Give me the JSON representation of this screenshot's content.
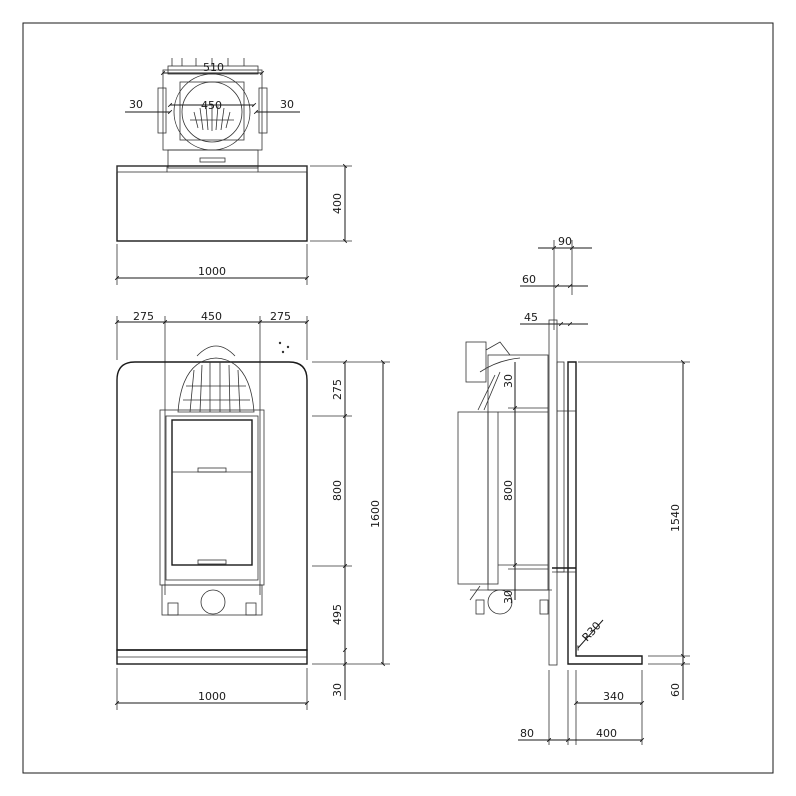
{
  "top_view": {
    "overall_width": "510",
    "inner_width": "450",
    "left_offset": "30",
    "right_offset": "30",
    "shelf_height": "400",
    "shelf_width": "1000"
  },
  "front_view": {
    "left_margin": "275",
    "center_width": "450",
    "right_margin": "275",
    "upper_height": "275",
    "door_height": "800",
    "lower_height": "495",
    "total_height": "1600",
    "base_height": "30",
    "total_width": "1000"
  },
  "side_view": {
    "top_width": "90",
    "wall_offset": "60",
    "plate_offset": "45",
    "gap_top": "30",
    "door_height": "800",
    "gap_bottom": "30",
    "wall_height": "1540",
    "radius": "R30",
    "foot_depth": "340",
    "foot_height": "60",
    "plate_thickness": "80",
    "base_depth": "400"
  }
}
